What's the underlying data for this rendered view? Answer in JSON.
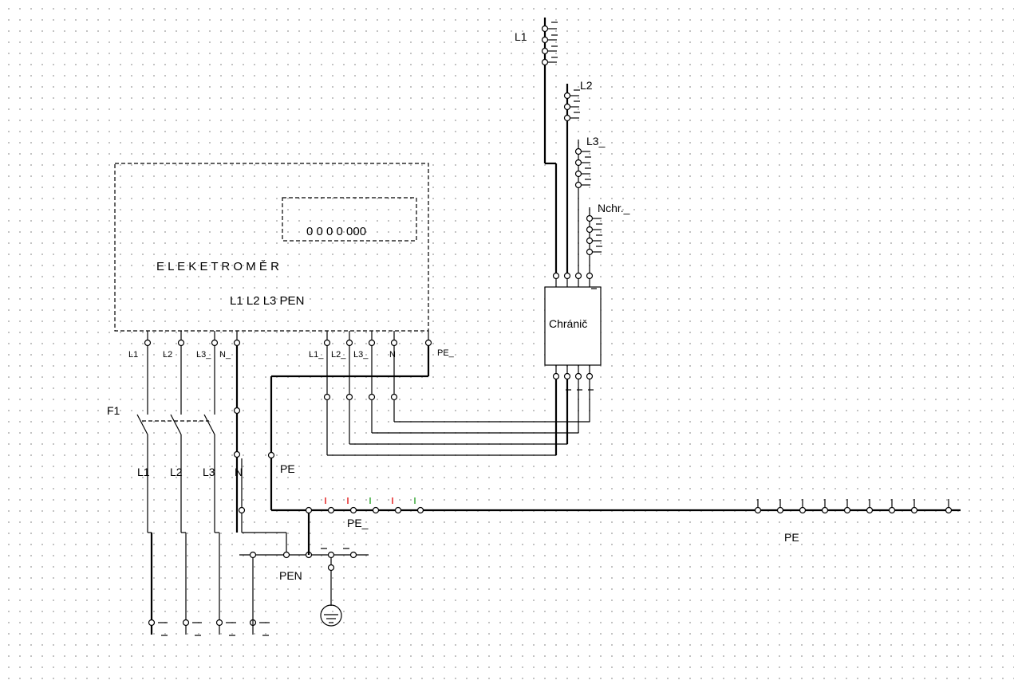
{
  "meter": {
    "title": "E L E K E T R O M Ě R",
    "display": "0  0  0  0  000",
    "inputs": "L1   L2   L3    PEN",
    "labels_left": [
      "L1",
      "L2",
      "L3_",
      "N_"
    ],
    "labels_right": [
      "L1_",
      "L2_",
      "L3_",
      "N"
    ],
    "pe_label": "PE_"
  },
  "breaker": {
    "label": "F1",
    "poles": [
      "L1",
      "L2",
      "L3",
      "N"
    ]
  },
  "rcd": {
    "label": "Chránič"
  },
  "busbars": {
    "l1": "L1",
    "l2": "L2",
    "l3": "L3_",
    "n": "Nchr._",
    "pe": "PE",
    "pe_sub": "PE_",
    "pe_main": "PE",
    "pen": "PEN"
  },
  "colors": {
    "wire": "#000000",
    "port": "#e00000",
    "port_alt": "#1a9a1a"
  }
}
